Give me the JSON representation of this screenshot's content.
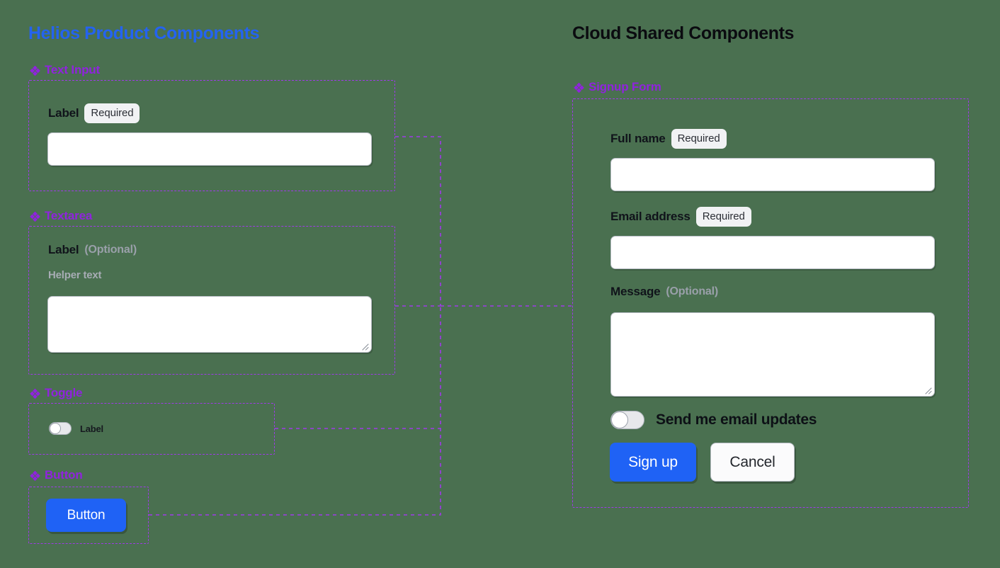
{
  "canvas": {
    "background_color": "#4A7050",
    "accent_blue": "#1F62F5",
    "accent_purple": "#9023DE",
    "frame_stroke": "#9F3AE8"
  },
  "columns": {
    "left_title": "Helios Product Components",
    "right_title": "Cloud Shared Components"
  },
  "left_groups": {
    "text_input": {
      "group_label": "Text Input",
      "field_label": "Label",
      "badge": "Required",
      "input_value": "",
      "input_placeholder": ""
    },
    "textarea": {
      "group_label": "Textarea",
      "field_label": "Label",
      "optional": "(Optional)",
      "helper_text": "Helper text",
      "input_value": "",
      "input_placeholder": ""
    },
    "toggle": {
      "group_label": "Toggle",
      "field_label": "Label",
      "state": "off"
    },
    "button": {
      "group_label": "Button",
      "button_label": "Button"
    }
  },
  "signup_form": {
    "group_label": "Signup Form",
    "full_name": {
      "label": "Full name",
      "badge": "Required",
      "value": "",
      "placeholder": ""
    },
    "email": {
      "label": "Email address",
      "badge": "Required",
      "value": "",
      "placeholder": ""
    },
    "message": {
      "label": "Message",
      "optional": "(Optional)",
      "value": "",
      "placeholder": ""
    },
    "updates_toggle": {
      "label": "Send me email updates",
      "state": "off"
    },
    "submit_label": "Sign up",
    "cancel_label": "Cancel"
  },
  "icons": {
    "component": "component-diamond-icon",
    "resize": "resize-grip-icon"
  }
}
